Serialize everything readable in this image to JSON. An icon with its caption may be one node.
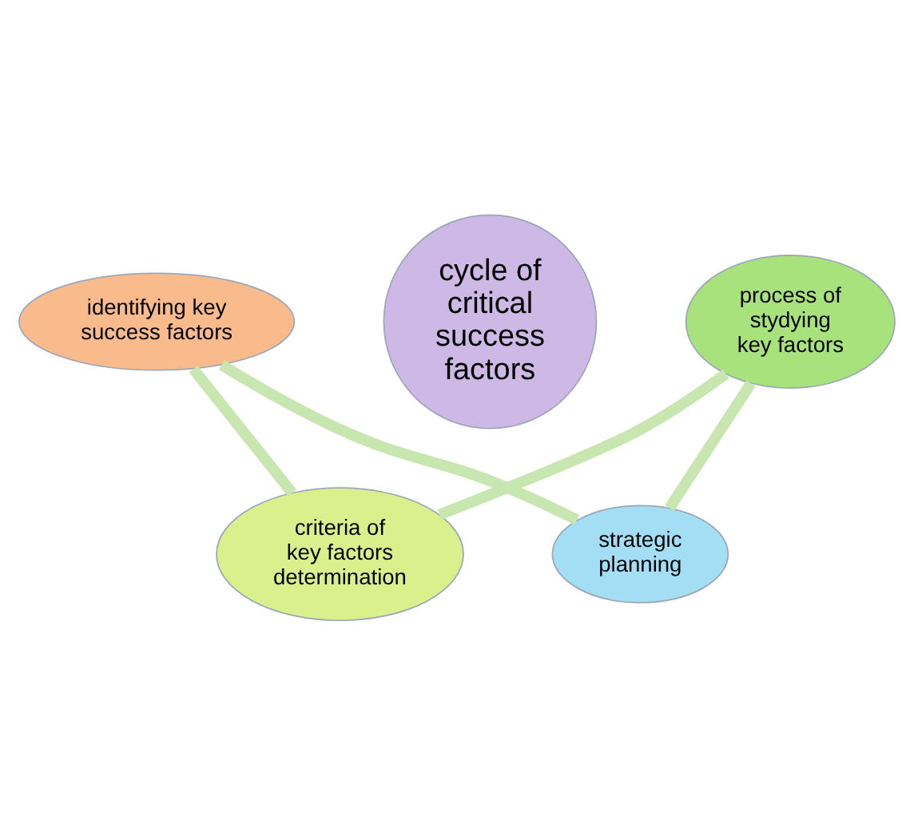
{
  "diagram": {
    "nodes": [
      {
        "text": [
          "cycle of critical success factors"
        ]
      },
      {
        "text": [
          "strategic planning"
        ]
      },
      {
        "text": [
          "process of stydying key factors"
        ]
      },
      {
        "text": [
          "criteria of key factors determination"
        ]
      },
      {
        "text": [
          "identifying key success factors"
        ]
      }
    ],
    "edges": [
      {
        "from": 1,
        "to": 2,
        "arrow": "none"
      },
      {
        "from": 2,
        "to": 3,
        "arrow": "none"
      },
      {
        "from": 3,
        "to": 4,
        "arrow": "none"
      },
      {
        "from": 4,
        "to": 1,
        "arrow": "none"
      }
    ]
  }
}
